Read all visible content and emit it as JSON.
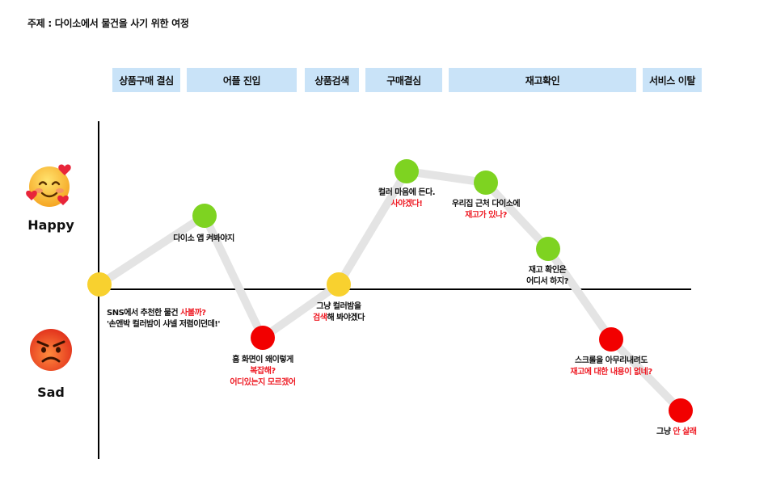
{
  "title": "주제 :  다이소에서 물건을 사기 위한 여정",
  "stages": [
    {
      "label": "상품구매 결심"
    },
    {
      "label": "어플 진입"
    },
    {
      "label": "상품검색"
    },
    {
      "label": "구매결심"
    },
    {
      "label": "재고확인"
    },
    {
      "label": "서비스 이탈"
    }
  ],
  "moods": {
    "happy": "Happy",
    "sad": "Sad"
  },
  "colors": {
    "happy": "#7ed321",
    "neutral": "#f8d12f",
    "sad": "#f20000",
    "path": "#e4e4e4",
    "stage_bg": "#c9e3f8",
    "highlight": "#ee1b24"
  },
  "icons": {
    "happy": "smiling-face-with-hearts-icon",
    "sad": "angry-face-icon"
  },
  "points": [
    {
      "sentiment": "neutral",
      "note": [
        "SNS에서 추천한 물건 ",
        "사볼까?",
        "'손앤박 컬러밤이 샤넬 저렴이던데!'"
      ]
    },
    {
      "sentiment": "happy",
      "note": [
        "다이소 앱 켜봐야지"
      ]
    },
    {
      "sentiment": "sad",
      "note": [
        "홈 화면이 왜이렇게",
        "복잡해?",
        "어디있는지 모르겠어"
      ]
    },
    {
      "sentiment": "neutral",
      "note": [
        "그냥 컬러밤을",
        "검색",
        "해 봐야겠다"
      ]
    },
    {
      "sentiment": "happy",
      "note": [
        "컬러 마음에 든다.",
        "사야겠다!"
      ]
    },
    {
      "sentiment": "happy",
      "note": [
        "우리집 근처 다이소에",
        "재고가 있나?"
      ]
    },
    {
      "sentiment": "happy",
      "note": [
        "재고 확인은",
        "어디서 하지?"
      ]
    },
    {
      "sentiment": "sad",
      "note": [
        "스크롤을 아무리내려도",
        "재고에 대한 내용이 없네?"
      ]
    },
    {
      "sentiment": "sad",
      "note": [
        "그냥 ",
        "안 살래"
      ]
    }
  ]
}
